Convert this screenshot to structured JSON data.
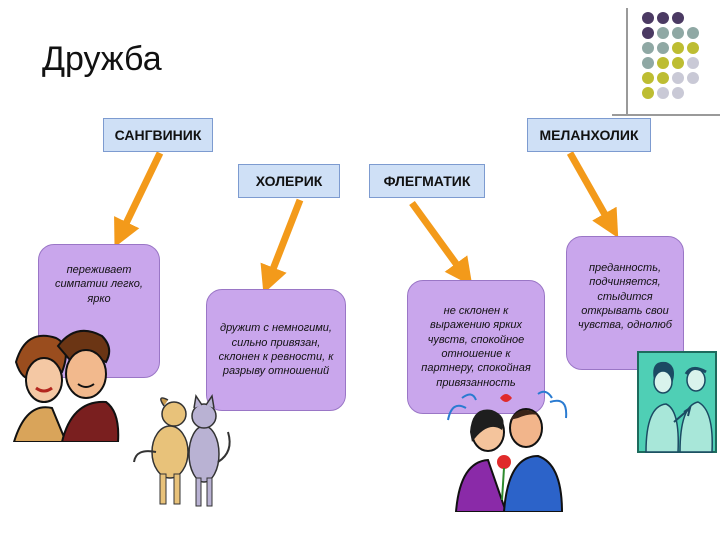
{
  "title": "Дружба",
  "types": {
    "sanguine": "САНГВИНИК",
    "melancholic": "МЕЛАНХОЛИК",
    "choleric": "ХОЛЕРИК",
    "phlegmatic": "ФЛЕГМАТИК"
  },
  "descriptions": {
    "sanguine": "переживает симпатии легко, ярко",
    "choleric": "дружит с немногими, сильно привязан, склонен к ревности, к разрыву отношений",
    "phlegmatic": "не склонен к выражению ярких чувств, спокойное отношение к партнеру, спокойная привязанность",
    "melancholic": "преданность, подчиняется, стыдится открывать свои чувства, однолюб"
  },
  "colors": {
    "dot_purple": "#4b3a63",
    "dot_teal": "#8fa8a4",
    "dot_olive": "#bdbd32",
    "dot_gray": "#c9c9d6",
    "arrow": "#f39a1a",
    "type_box": "#cfe0f6",
    "card": "#c9a6ec"
  },
  "illustrations": [
    "couple-clipart",
    "dog-cat-clipart",
    "romantic-couple-clipart",
    "gossip-clipart"
  ]
}
